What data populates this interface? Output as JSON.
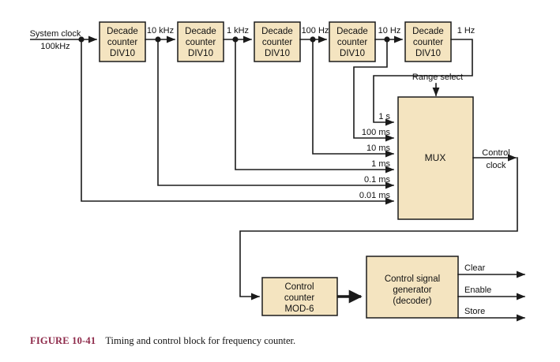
{
  "figure": {
    "number": "FIGURE 10-41",
    "caption": "Timing and control block for frequency counter."
  },
  "source": {
    "label_line1": "System clock",
    "label_line2": "100kHz"
  },
  "divider_chain": {
    "blocks": [
      {
        "line1": "Decade",
        "line2": "counter",
        "line3": "DIV10"
      },
      {
        "line1": "Decade",
        "line2": "counter",
        "line3": "DIV10"
      },
      {
        "line1": "Decade",
        "line2": "counter",
        "line3": "DIV10"
      },
      {
        "line1": "Decade",
        "line2": "counter",
        "line3": "DIV10"
      },
      {
        "line1": "Decade",
        "line2": "counter",
        "line3": "DIV10"
      }
    ],
    "tap_labels": [
      "10 kHz",
      "1 kHz",
      "100 Hz",
      "10 Hz",
      "1 Hz"
    ]
  },
  "mux": {
    "label": "MUX",
    "select_label": "Range select",
    "inputs": [
      "1 s",
      "100 ms",
      "10 ms",
      "1 ms",
      "0.1 ms",
      "0.01 ms"
    ],
    "output_line1": "Control",
    "output_line2": "clock"
  },
  "control_counter": {
    "line1": "Control",
    "line2": "counter",
    "line3": "MOD-6"
  },
  "control_signal_generator": {
    "line1": "Control signal",
    "line2": "generator",
    "line3": "(decoder)"
  },
  "outputs": [
    "Clear",
    "Enable",
    "Store"
  ],
  "colors": {
    "block_fill": "#f4e4c0",
    "line": "#1b1b1b",
    "caption_accent": "#8e2a4a"
  }
}
